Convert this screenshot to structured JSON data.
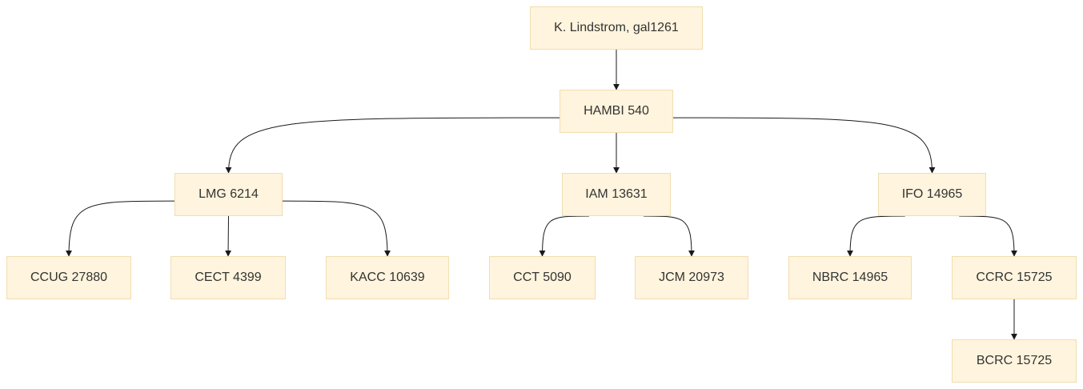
{
  "diagram": {
    "type": "strain-history-tree",
    "colors": {
      "node_fill": "#fff4dd",
      "node_border": "#f0deb0",
      "node_text": "#333333",
      "edge": "#1a1a1a"
    },
    "nodes": [
      {
        "id": "n-root",
        "label": "K. Lindstrom, gal1261"
      },
      {
        "id": "n-hambi",
        "label": "HAMBI 540"
      },
      {
        "id": "n-lmg",
        "label": "LMG 6214"
      },
      {
        "id": "n-iam",
        "label": "IAM 13631"
      },
      {
        "id": "n-ifo",
        "label": "IFO 14965"
      },
      {
        "id": "n-ccug",
        "label": "CCUG 27880"
      },
      {
        "id": "n-cect",
        "label": "CECT 4399"
      },
      {
        "id": "n-kacc",
        "label": "KACC 10639"
      },
      {
        "id": "n-cct",
        "label": "CCT 5090"
      },
      {
        "id": "n-jcm",
        "label": "JCM 20973"
      },
      {
        "id": "n-nbrc",
        "label": "NBRC 14965"
      },
      {
        "id": "n-ccrc",
        "label": "CCRC 15725"
      },
      {
        "id": "n-bcrc",
        "label": "BCRC 15725"
      }
    ],
    "edges": [
      {
        "from": "n-root",
        "to": "n-hambi"
      },
      {
        "from": "n-hambi",
        "to": "n-lmg"
      },
      {
        "from": "n-hambi",
        "to": "n-iam"
      },
      {
        "from": "n-hambi",
        "to": "n-ifo"
      },
      {
        "from": "n-lmg",
        "to": "n-ccug"
      },
      {
        "from": "n-lmg",
        "to": "n-cect"
      },
      {
        "from": "n-lmg",
        "to": "n-kacc"
      },
      {
        "from": "n-iam",
        "to": "n-cct"
      },
      {
        "from": "n-iam",
        "to": "n-jcm"
      },
      {
        "from": "n-ifo",
        "to": "n-nbrc"
      },
      {
        "from": "n-ifo",
        "to": "n-ccrc"
      },
      {
        "from": "n-ccrc",
        "to": "n-bcrc"
      }
    ]
  }
}
